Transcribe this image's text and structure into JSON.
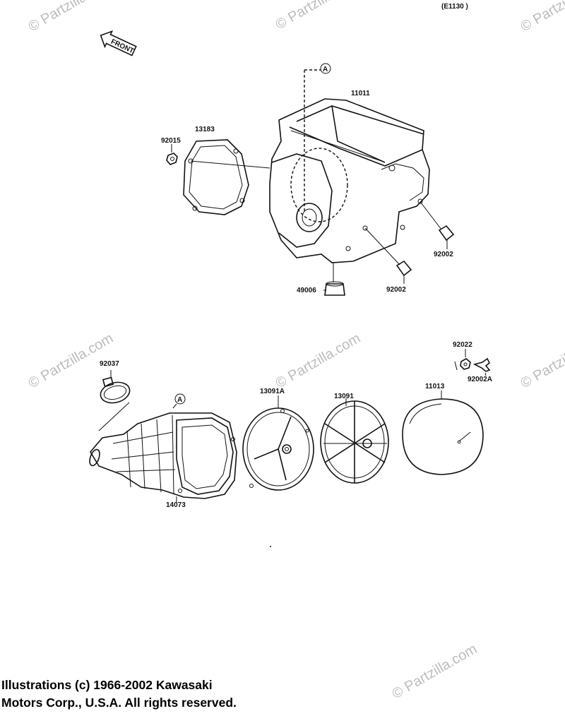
{
  "code": "(E1130 )",
  "front_label": "FRONT",
  "callout": "A",
  "watermarks": [
    "© Partzilla",
    "© Partzilla.com",
    "© Partzilla.com",
    "© Partzilla.com",
    "© Partzilla.com",
    "© Partzilla.com",
    "© Partzilla.com"
  ],
  "parts": {
    "p11011": "11011",
    "p13183": "13183",
    "p92015": "92015",
    "p92002_right": "92002",
    "p92002_bottom": "92002",
    "p49006": "49006",
    "p92022": "92022",
    "p92002A": "92002A",
    "p92037": "92037",
    "p13091A": "13091A",
    "p13091": "13091",
    "p11013": "11013",
    "p14073": "14073"
  },
  "copyright": {
    "line1": "Illustrations (c) 1966-2002 Kawasaki",
    "line2": "Motors Corp., U.S.A.  All rights reserved."
  }
}
